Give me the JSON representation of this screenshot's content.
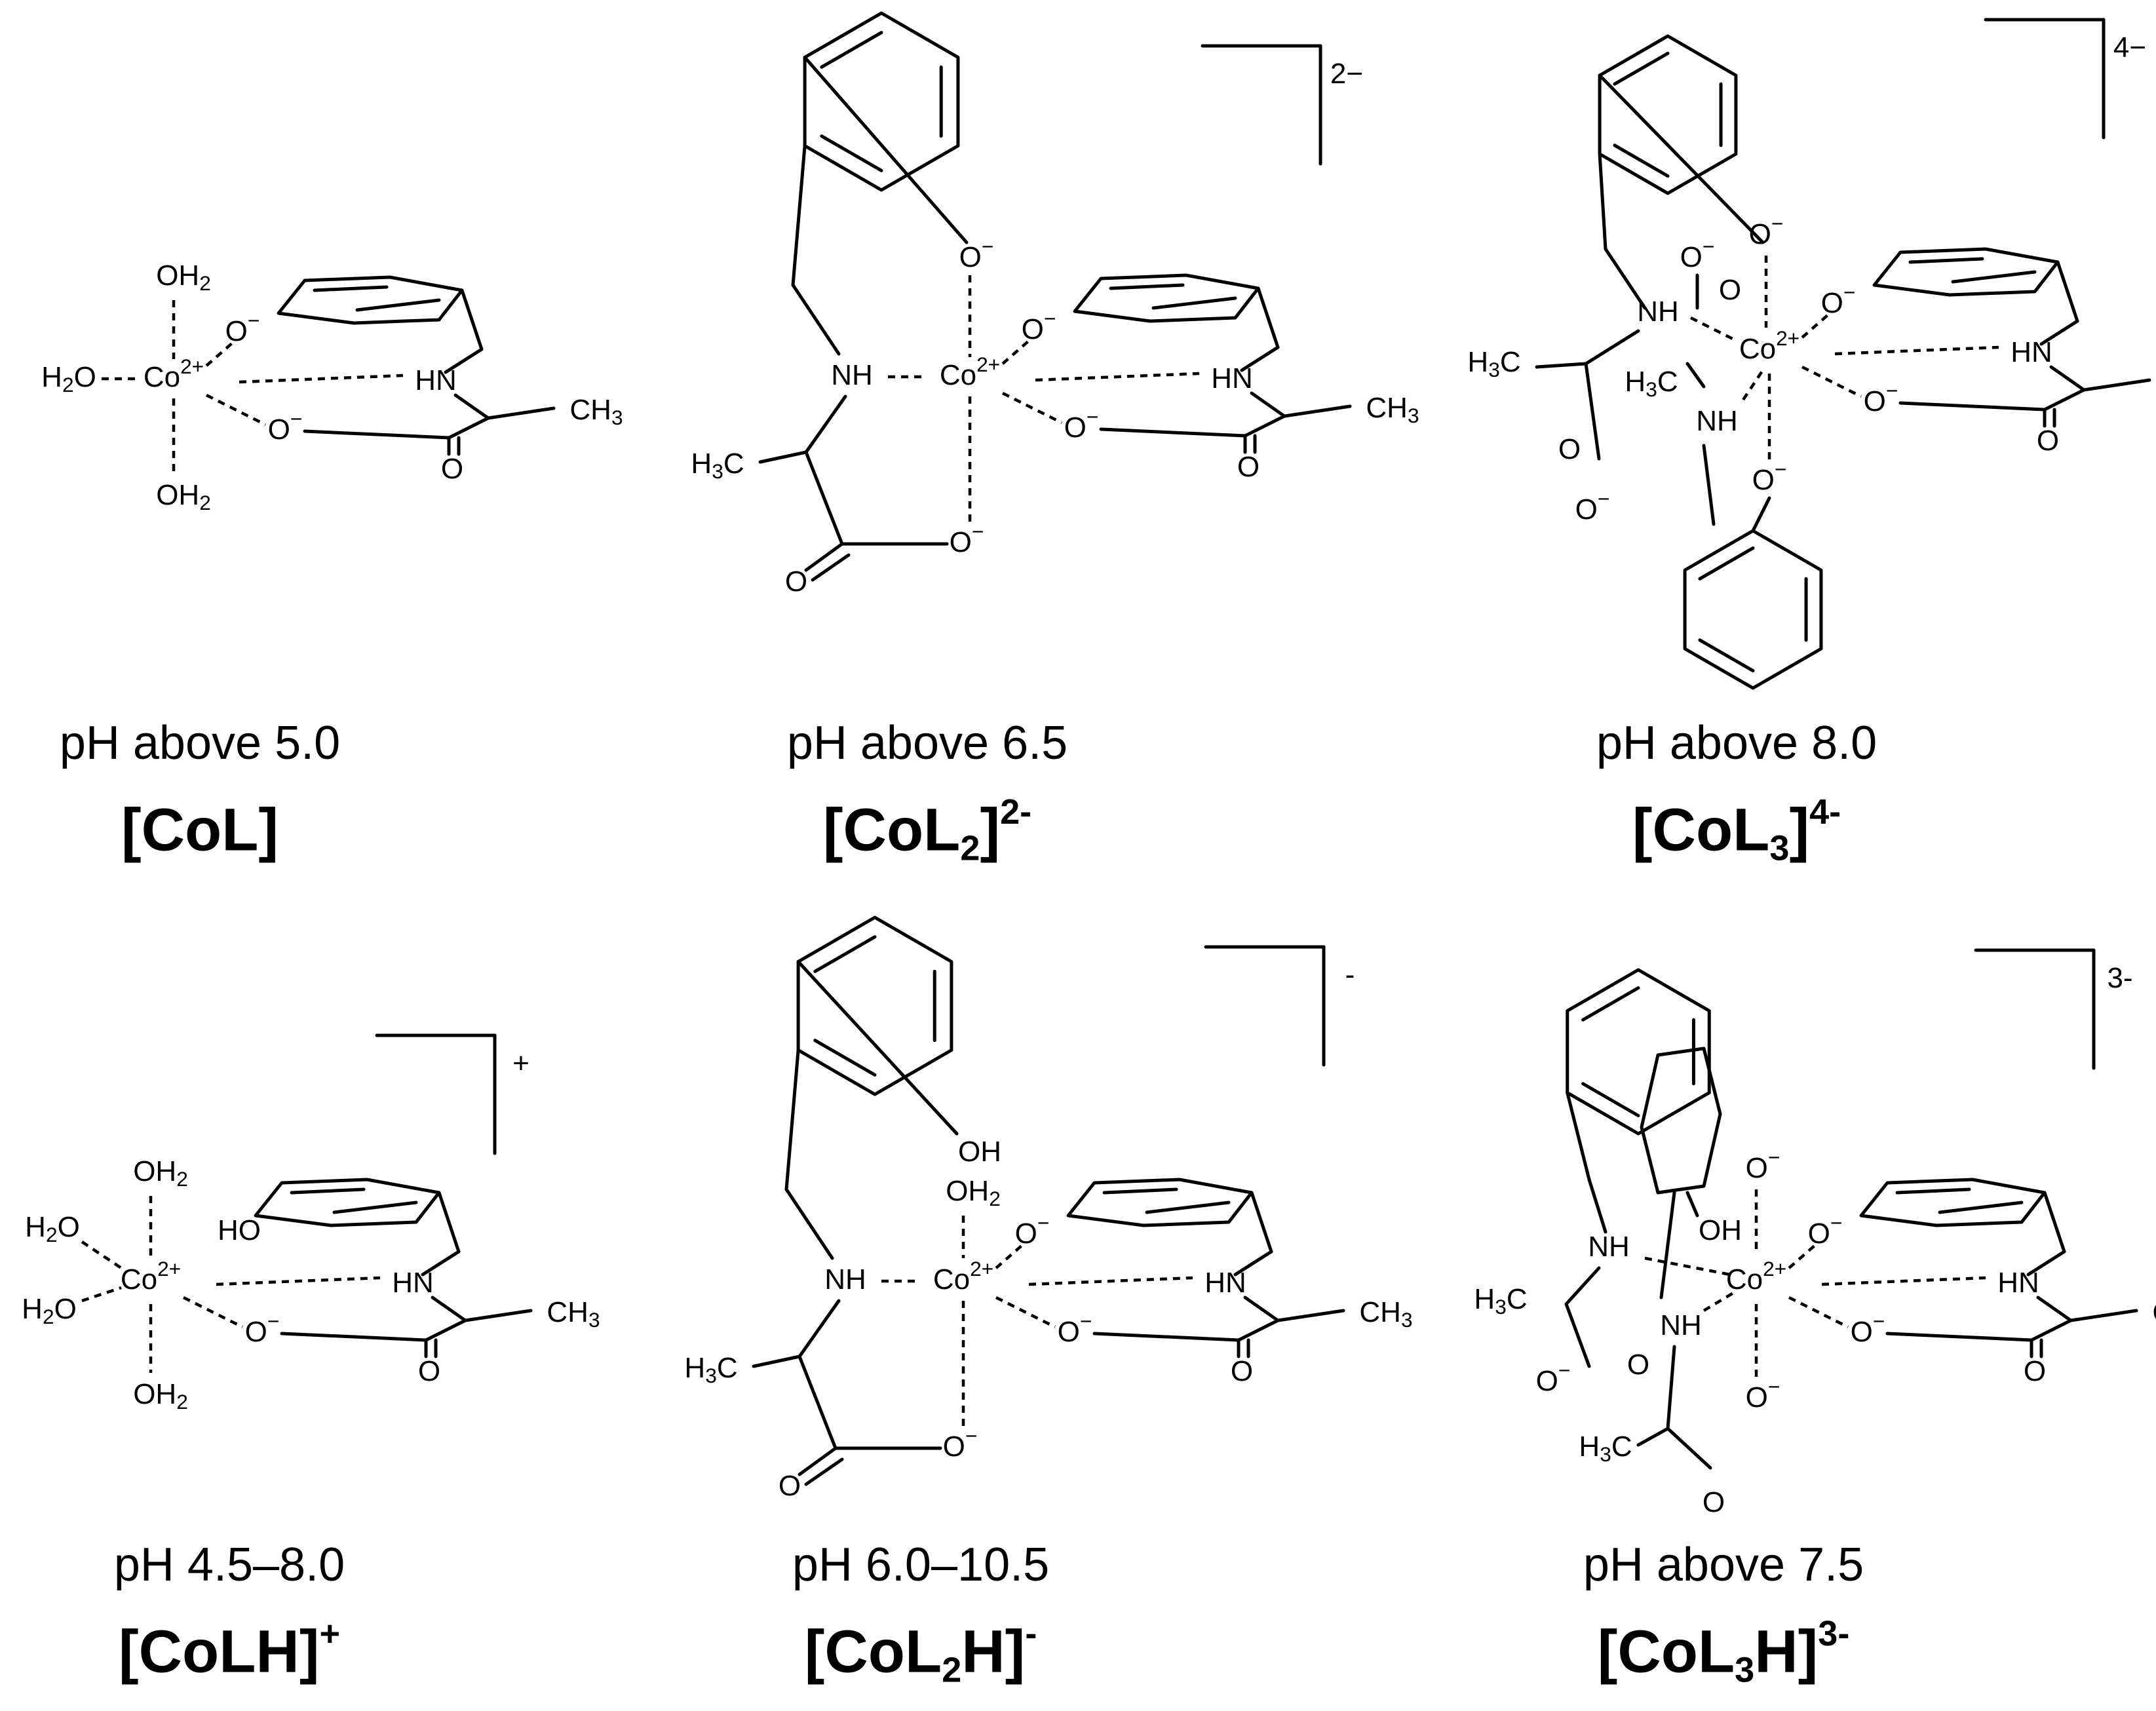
{
  "species": [
    {
      "ph": "pH above 5.0",
      "formula": {
        "base": "[CoL]",
        "sub": "",
        "mid": "",
        "sup": ""
      },
      "charge": ""
    },
    {
      "ph": "pH above 6.5",
      "formula": {
        "base": "[CoL",
        "sub": "2",
        "mid": "]",
        "sup": "2-"
      },
      "charge": "2−"
    },
    {
      "ph": "pH above 8.0",
      "formula": {
        "base": "[CoL",
        "sub": "3",
        "mid": "]",
        "sup": "4-"
      },
      "charge": "4−"
    },
    {
      "ph": "pH 4.5–8.0",
      "formula": {
        "base": "[CoLH]",
        "sub": "",
        "mid": "",
        "sup": "+"
      },
      "charge": "+"
    },
    {
      "ph": "pH 6.0–10.5",
      "formula": {
        "base": "[CoL",
        "sub": "2",
        "mid": "H]",
        "sup": "-"
      },
      "charge": "-"
    },
    {
      "ph": "pH above 7.5",
      "formula": {
        "base": "[CoL",
        "sub": "3",
        "mid": "H]",
        "sup": "3-"
      },
      "charge": "3-"
    }
  ],
  "atoms": {
    "metal": "Co",
    "metal_charge": "2+",
    "water": "OH",
    "water_sub": "2",
    "h2o_h": "H",
    "h2o_o": "O",
    "oxide": "O",
    "oxide_charge": "−",
    "amine_nh": "NH",
    "amine_hn": "HN",
    "methyl": "CH",
    "methyl_sub": "3",
    "h3c_h": "H",
    "h3c_c": "C",
    "carbonyl": "O",
    "hydroxyl": "OH",
    "phenol": "HO"
  }
}
